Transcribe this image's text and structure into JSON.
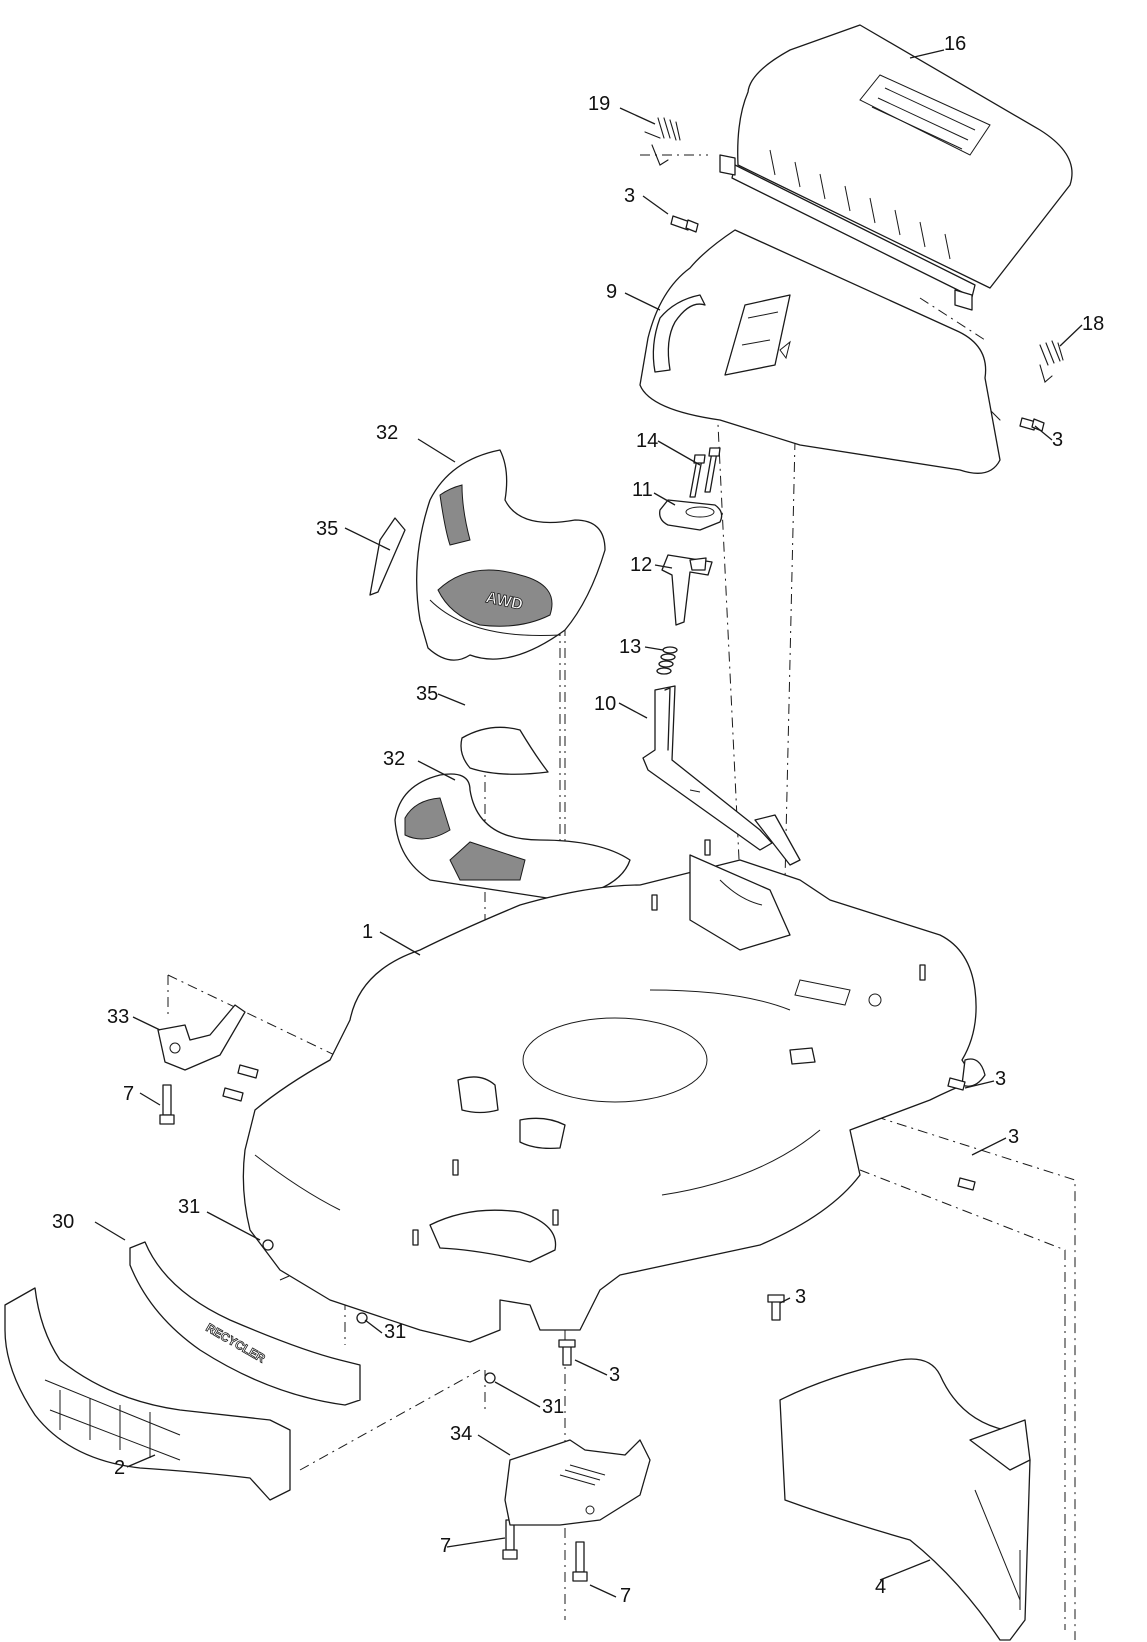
{
  "diagram": {
    "callouts": {
      "c1": "1",
      "c2": "2",
      "c3a": "3",
      "c3b": "3",
      "c3c": "3",
      "c3d": "3",
      "c3e": "3",
      "c3f": "3",
      "c4": "4",
      "c7a": "7",
      "c7b": "7",
      "c7c": "7",
      "c9": "9",
      "c10": "10",
      "c11": "11",
      "c12": "12",
      "c13": "13",
      "c14": "14",
      "c16": "16",
      "c18": "18",
      "c19": "19",
      "c30": "30",
      "c31a": "31",
      "c31b": "31",
      "c31c": "31",
      "c32a": "32",
      "c32b": "32",
      "c33": "33",
      "c34": "34",
      "c35a": "35",
      "c35b": "35"
    },
    "embossed": {
      "cover_logo": "AWD",
      "bumper_text": "RECYCLER"
    }
  }
}
